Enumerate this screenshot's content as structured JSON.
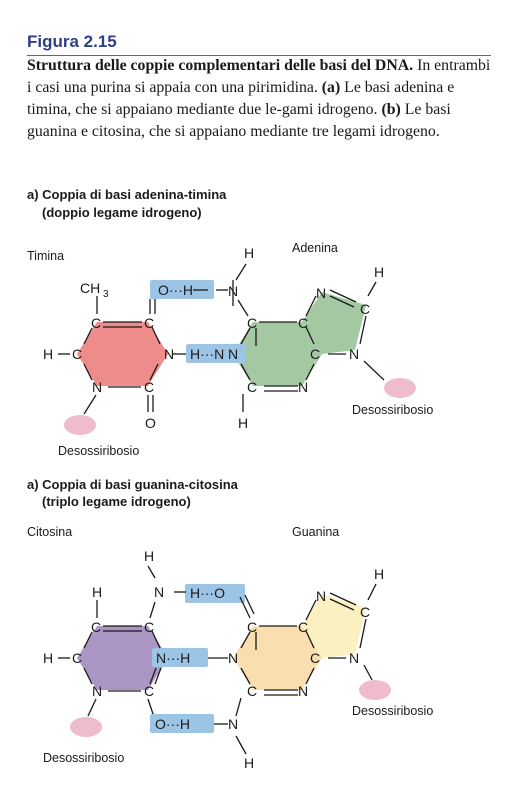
{
  "figure": {
    "label": "Figura 2.15",
    "caption_title": "Struttura delle coppie complementari delle basi del DNA.",
    "caption_lines": [
      "In entrambi i casi una purina si appaia con una pirimidina.",
      "Le basi adenina e timina, che si appaiano mediante due le-",
      "gami idrogeno.",
      "Le basi guanina e citosina, che si appaiano",
      "mediante tre legami idrogeno."
    ],
    "tag_a": "(a)",
    "tag_b": "(b)"
  },
  "panels": [
    {
      "title_line1": "a) Coppia di basi adenina-timina",
      "title_line2": "(doppio legame idrogeno)",
      "left_base": "Timina",
      "right_base": "Adenina",
      "sugar_left": "Desossiribosio",
      "sugar_right": "Desossiribosio",
      "hbond_text": "O···H",
      "hbond_text_2": "H···N"
    },
    {
      "title_line1": "a) Coppia di basi guanina-citosina",
      "title_line2": "(triplo legame idrogeno)",
      "left_base": "Citosina",
      "right_base": "Guanina",
      "sugar_left": "Desossiribosio",
      "sugar_right": "Desossiribosio",
      "hbond_text": "H···O",
      "hbond_text_2": "N···H",
      "hbond_text_3": "O···H"
    }
  ],
  "atoms": {
    "C": "C",
    "N": "N",
    "O": "O",
    "H": "H",
    "CH": "CH",
    "sub3": "3"
  },
  "colors": {
    "figure_label": "#2f3f86",
    "thymine": "#ee8b8b",
    "adenine": "#a3c8a2",
    "cytosine": "#ab95c3",
    "guanine": "#f9dfb0",
    "imidazole_guanine": "#faf0c0",
    "hydrogen_bond": "#9cc4e4",
    "deoxyribose": "#efbccd"
  }
}
